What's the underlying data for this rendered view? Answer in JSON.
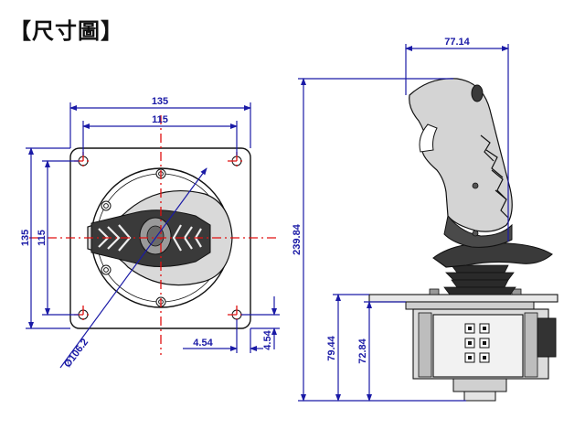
{
  "title": "【尺寸圖】",
  "dimensions": {
    "plate_width": "135",
    "hole_spacing_x": "115",
    "plate_height": "135",
    "hole_spacing_y": "115",
    "hole_edge_offset_x": "4.54",
    "hole_edge_offset_y": "4.54",
    "ring_diameter": "Ø106.2",
    "handle_offset": "77.14",
    "total_height": "239.84",
    "height_below_flange": "79.44",
    "body_height": "72.84"
  }
}
